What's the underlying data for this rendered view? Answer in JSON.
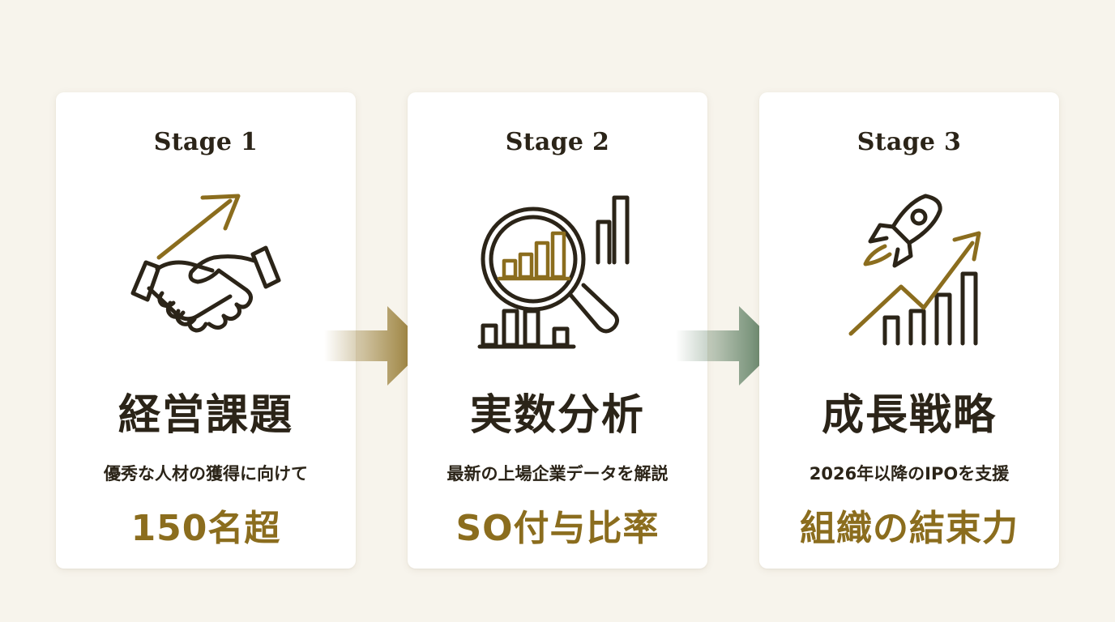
{
  "stages": [
    {
      "label": "Stage 1",
      "icon": "handshake-arrow-icon",
      "title": "経営課題",
      "subtitle": "優秀な人材の獲得に向けて",
      "highlight": "150名超"
    },
    {
      "label": "Stage 2",
      "icon": "magnifier-chart-icon",
      "title": "実数分析",
      "subtitle": "最新の上場企業データを解説",
      "highlight": "SO付与比率"
    },
    {
      "label": "Stage 3",
      "icon": "rocket-growth-icon",
      "title": "成長戦略",
      "subtitle": "2026年以降のIPOを支援",
      "highlight": "組織の結束力"
    }
  ],
  "arrows": [
    {
      "icon": "arrow-right-icon",
      "color": "#8b6d1e"
    },
    {
      "icon": "arrow-right-icon",
      "color": "#4f7355"
    }
  ],
  "colors": {
    "background": "#f7f4ec",
    "card": "#ffffff",
    "text": "#2b2418",
    "accent_gold": "#8b6d1e",
    "accent_green": "#4f7355"
  }
}
